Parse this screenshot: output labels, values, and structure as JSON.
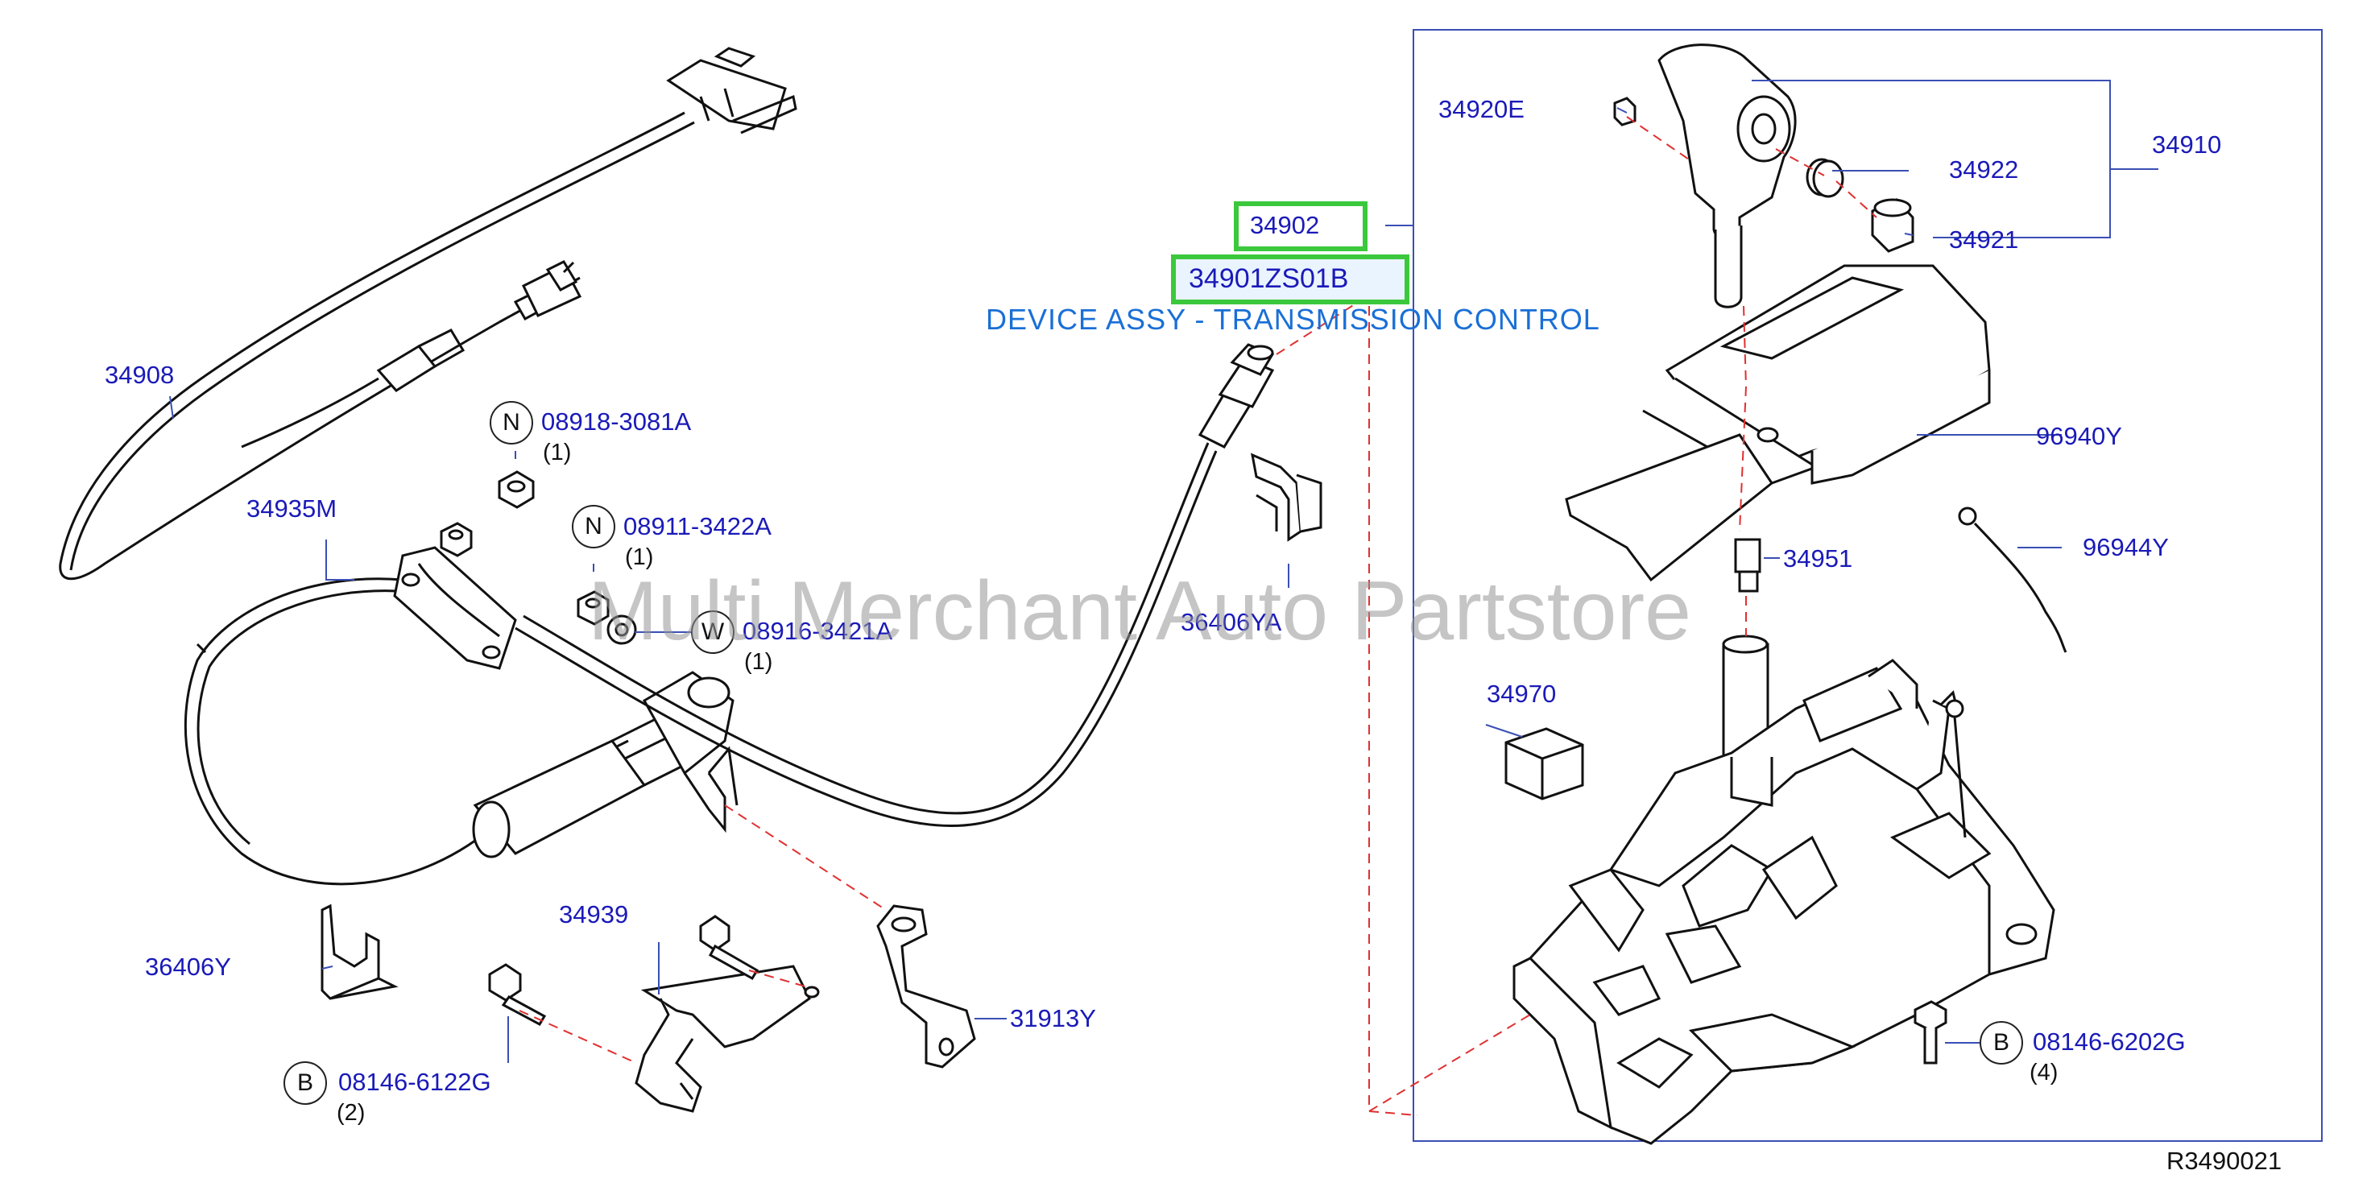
{
  "parts": {
    "p34908": "34908",
    "p34935m": "34935M",
    "p36406y": "36406Y",
    "p34939": "34939",
    "p31913y": "31913Y",
    "p36406ya": "36406YA",
    "p34902": "34902",
    "p34901": "34901ZS01B",
    "p34920e": "34920E",
    "p34922": "34922",
    "p34921": "34921",
    "p34910": "34910",
    "p96940y": "96940Y",
    "p34951": "34951",
    "p96944y": "96944Y",
    "p34970": "34970"
  },
  "fasteners": [
    {
      "badge": "N",
      "part": "08918-3081A",
      "qty": "(1)"
    },
    {
      "badge": "N",
      "part": "08911-3422A",
      "qty": "(1)"
    },
    {
      "badge": "W",
      "part": "08916-3421A",
      "qty": "(1)"
    },
    {
      "badge": "B",
      "part": "08146-6122G",
      "qty": "(2)"
    },
    {
      "badge": "B",
      "part": "08146-6202G",
      "qty": "(4)"
    }
  ],
  "description": "DEVICE ASSY - TRANSMISSION CONTROL",
  "watermark": "Multi Merchant Auto Partstore",
  "reference": "R3490021",
  "colors": {
    "label": "#1a1ab8",
    "highlight": "#3cc83c",
    "description": "#1a6fd6",
    "frame": "#3a4fb5",
    "leader_dashed": "#e03030",
    "drawing": "#111111"
  }
}
